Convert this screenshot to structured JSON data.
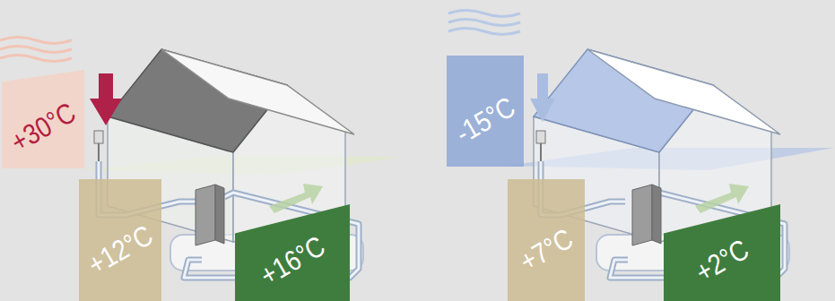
{
  "diagram": {
    "nodes": [
      {
        "text": [
          "+30°C"
        ]
      },
      {
        "text": [
          "+12°C"
        ]
      },
      {
        "text": [
          "+16°C"
        ]
      },
      {
        "text": [
          "-15°C"
        ]
      },
      {
        "text": [
          "+7°C"
        ]
      },
      {
        "text": [
          "+2°C"
        ]
      }
    ]
  }
}
